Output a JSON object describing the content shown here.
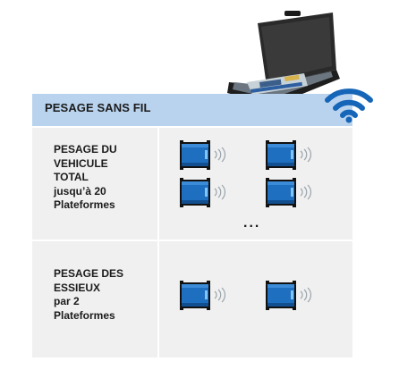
{
  "header": {
    "title": "PESAGE SANS FIL"
  },
  "rows": [
    {
      "lines": [
        "PESAGE DU",
        "VEHICULE",
        "TOTAL",
        "jusqu’à 20",
        "Plateformes"
      ],
      "platform_count": 4
    },
    {
      "lines": [
        "PESAGE DES",
        "ESSIEUX",
        "par 2",
        "Plateformes"
      ],
      "platform_count": 2
    }
  ],
  "ellipsis": "...",
  "icons": {
    "wifi": "wifi-icon",
    "case": "weighing-indicator-case",
    "platform": "weighing-platform-icon"
  },
  "colors": {
    "header_bg": "#b9d3ee",
    "row_bg": "#f0f0f0",
    "platform_blue": "#1f6fc0",
    "wifi_blue": "#1565b8"
  }
}
